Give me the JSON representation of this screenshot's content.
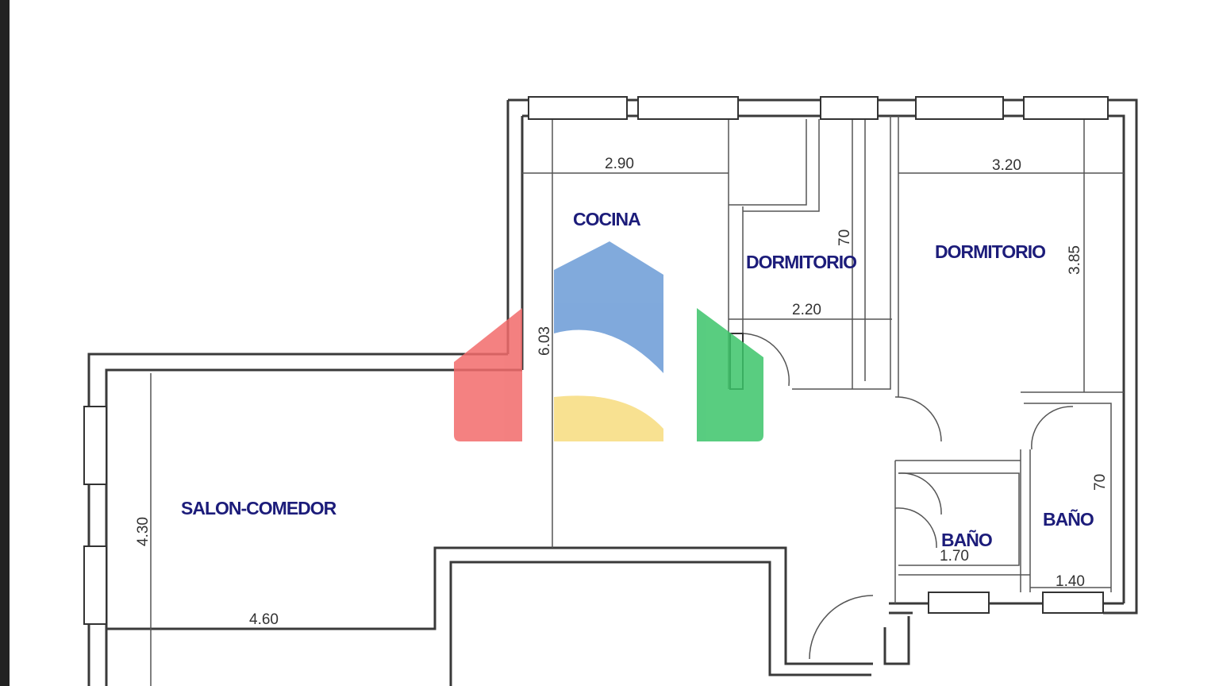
{
  "rooms": {
    "cocina": "COCINA",
    "dormitorio_1": "DORMITORIO",
    "dormitorio_2": "DORMITORIO",
    "salon": "SALON-COMEDOR",
    "bano_1": "BAÑO",
    "bano_2": "BAÑO"
  },
  "dimensions": {
    "cocina_width": "2.90",
    "cocina_length": "6.03",
    "dorm1_width": "2.20",
    "dorm1_small": "70",
    "dorm2_width": "3.20",
    "dorm2_length": "3.85",
    "salon_width": "4.60",
    "salon_length": "4.30",
    "bano1_width": "1.70",
    "bano2_width": "1.40",
    "bano2_small": "70"
  },
  "watermark": {
    "colors": [
      "#f26b6b",
      "#6b9bd6",
      "#f7dc7e",
      "#3cc46a"
    ],
    "icon": "house-logo"
  }
}
